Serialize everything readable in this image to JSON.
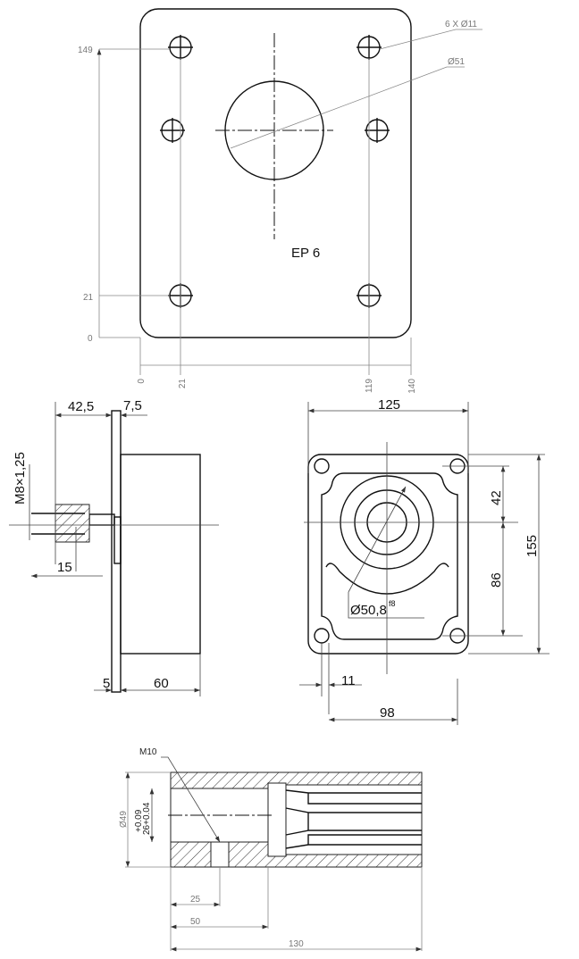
{
  "top_view": {
    "label": "EP 6",
    "holes_callout": "6 X Ø11",
    "bore_callout": "Ø51",
    "vertical_dims": [
      "149",
      "21",
      "0"
    ],
    "horizontal_dims": [
      "0",
      "21",
      "119",
      "140"
    ]
  },
  "side_view": {
    "dim_shaft": "42,5",
    "dim_flange_offset": "7,5",
    "thread": "M8×1,25",
    "dim_thread_len": "15",
    "dim_flange": "5",
    "dim_body": "60"
  },
  "front_view": {
    "width": "125",
    "upper": "42",
    "lower": "86",
    "height": "155",
    "pilot_dia": "Ø50,8",
    "pilot_tol": "f8",
    "hole": "11",
    "hole_spacing": "98"
  },
  "coupling_view": {
    "thread": "M10",
    "outer_dia": "Ø49",
    "bore": "26+0.04",
    "bore_tol": "+0.09",
    "dim_a": "25",
    "dim_b": "50",
    "length": "130"
  }
}
